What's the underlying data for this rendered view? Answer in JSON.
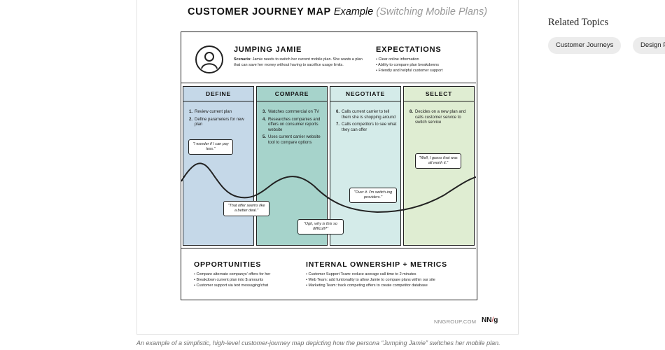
{
  "map": {
    "title_bold": "CUSTOMER JOURNEY MAP",
    "title_example": "Example",
    "title_sub": "(Switching Mobile Plans)"
  },
  "persona": {
    "name": "JUMPING JAMIE",
    "scenario_label": "Scenario:",
    "scenario_text": "Jamie needs to switch her current mobile plan. She wants a plan that can save her money without having to sacrifice usage limits."
  },
  "expectations": {
    "title": "EXPECTATIONS",
    "items": [
      "Clear online information",
      "Ability to compare plan breakdowns",
      "Friendly and helpful customer support"
    ]
  },
  "phases": [
    {
      "name": "DEFINE",
      "color": "#c5d8e8",
      "steps": [
        {
          "num": "1.",
          "text": "Review current plan"
        },
        {
          "num": "2.",
          "text": "Define parameters for new plan"
        }
      ]
    },
    {
      "name": "COMPARE",
      "color": "#a6d3cb",
      "steps": [
        {
          "num": "3.",
          "text": "Watches commercial on TV"
        },
        {
          "num": "4.",
          "text": "Researches companies and offers on consumer reports website"
        },
        {
          "num": "5.",
          "text": "Uses current carrier website tool to compare options"
        }
      ]
    },
    {
      "name": "NEGOTIATE",
      "color": "#d4ebe9",
      "steps": [
        {
          "num": "6.",
          "text": "Calls current carrier to tell them she is shopping around"
        },
        {
          "num": "7.",
          "text": "Calls competitors to see what they can offer"
        }
      ]
    },
    {
      "name": "SELECT",
      "color": "#dfedd2",
      "steps": [
        {
          "num": "8.",
          "text": "Decides on a new plan and calls customer service to switch service"
        }
      ]
    }
  ],
  "quotes": [
    {
      "text": "\"I wonder if I can pay less.\""
    },
    {
      "text": "\"That offer seems like a better deal.\""
    },
    {
      "text": "\"Ugh, why is this so difficult?\""
    },
    {
      "text": "\"Over it. I'm switch-ing providers.\""
    },
    {
      "text": "\"Well, I guess that was all worth it.\""
    }
  ],
  "opportunities": {
    "title": "OPPORTUNITIES",
    "items": [
      "Compare alternate companys' offers for her",
      "Breakdown current plan into $ amounts",
      "Customer support via text messaging/chat"
    ]
  },
  "ownership": {
    "title": "INTERNAL OWNERSHIP + METRICS",
    "items": [
      "Customer Support Team: reduce average call time to 2 minutes",
      "Web Team: add funtionality to allow Jamie to compare plans within our site",
      "Marketing Team: track competing offers to create competitor database"
    ]
  },
  "credit": "NNGROUP.COM",
  "logo": {
    "nn": "NN",
    "slash": "/",
    "g": "g"
  },
  "caption": "An example of a simplistic, high-level customer-journey map depicting how the persona “Jumping Jamie” switches her mobile plan.",
  "related": {
    "title": "Related Topics",
    "topics": [
      "Customer Journeys",
      "Design P"
    ]
  }
}
